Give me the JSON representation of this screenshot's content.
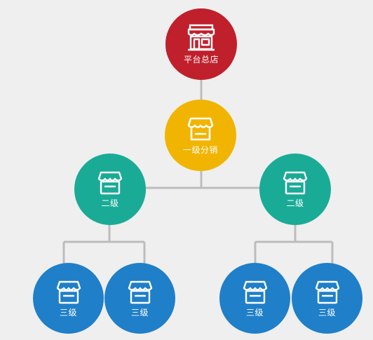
{
  "colors": {
    "background": "#efefef",
    "connector": "#bcbcbc",
    "root": "#c0202b",
    "level1": "#f1b400",
    "level2": "#1aab97",
    "level3": "#1f7fc9"
  },
  "nodes": {
    "root": {
      "label": "平台总店",
      "icon": "storefront-icon"
    },
    "l1": {
      "label": "一级分销",
      "icon": "shop-awning-icon"
    },
    "l2a": {
      "label": "二级",
      "icon": "shop-icon"
    },
    "l2b": {
      "label": "二级",
      "icon": "shop-icon"
    },
    "l3a": {
      "label": "三级",
      "icon": "shop-icon"
    },
    "l3b": {
      "label": "三级",
      "icon": "shop-icon"
    },
    "l3c": {
      "label": "三级",
      "icon": "shop-icon"
    },
    "l3d": {
      "label": "三级",
      "icon": "shop-icon"
    }
  }
}
